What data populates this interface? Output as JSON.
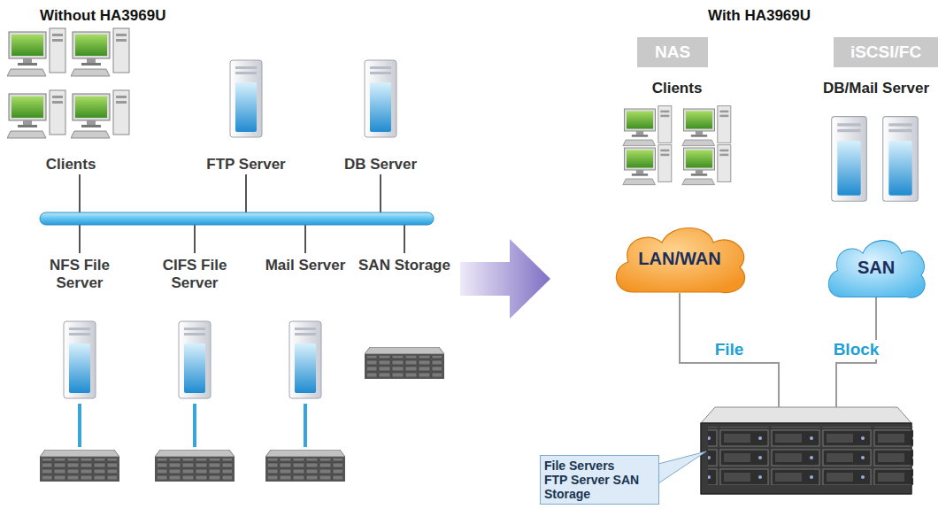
{
  "diagram": {
    "nodes": [
      {
        "text": [
          "Clients"
        ]
      },
      {
        "text": [
          "FTP Server"
        ]
      },
      {
        "text": [
          "DB Server"
        ]
      },
      {
        "text": [
          "NFS File Server"
        ]
      },
      {
        "text": [
          "CIFS File Server"
        ]
      },
      {
        "text": [
          "Mail Server"
        ]
      },
      {
        "text": [
          "SAN Storage"
        ]
      },
      {
        "text": [
          "NAS"
        ]
      },
      {
        "text": [
          "iSCSI/FC"
        ]
      },
      {
        "text": [
          "Clients"
        ]
      },
      {
        "text": [
          "DB/Mail Server"
        ]
      },
      {
        "text": [
          "LAN/WAN"
        ]
      },
      {
        "text": [
          "SAN"
        ]
      },
      {
        "text": [
          "File Servers FTP Server SAN Storage"
        ]
      }
    ],
    "edges": [
      {
        "from": 11,
        "to": 13,
        "label": "File",
        "arrow": "none"
      },
      {
        "from": 12,
        "to": 13,
        "label": "Block",
        "arrow": "none"
      }
    ],
    "labels": [
      "Without HA3969U",
      "With HA3969U"
    ]
  }
}
